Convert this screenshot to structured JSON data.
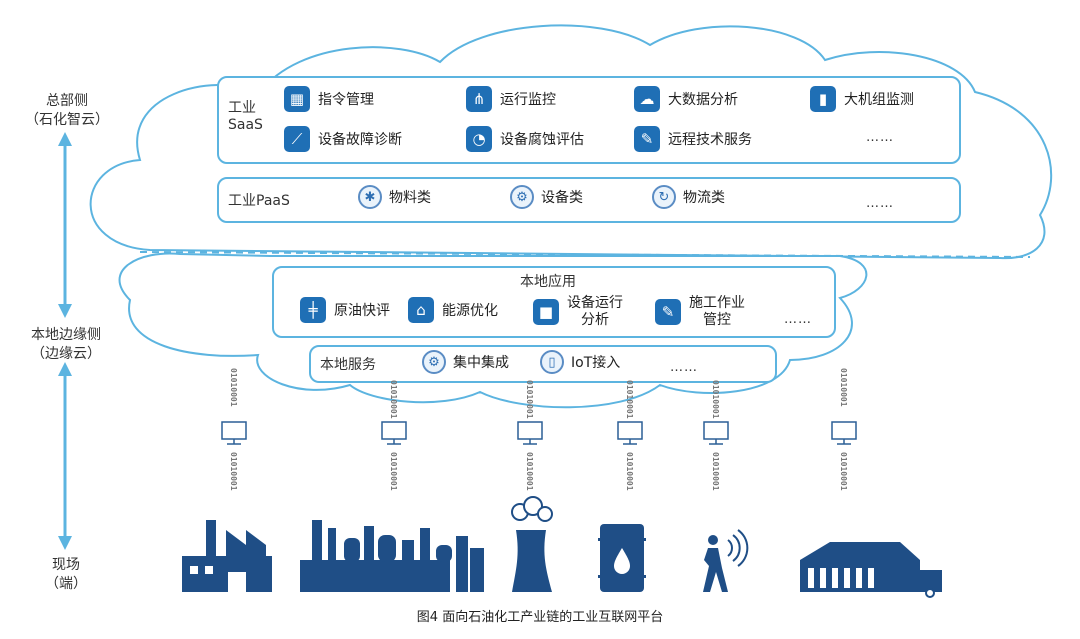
{
  "side_labels": {
    "hq": [
      "总部侧",
      "（石化智云）"
    ],
    "edge": [
      "本地边缘侧",
      "（边缘云）"
    ],
    "field": [
      "现场",
      "（端）"
    ]
  },
  "saas": {
    "label": [
      "工业",
      "SaaS"
    ],
    "items": [
      {
        "text": "指令管理",
        "icon": "map-icon"
      },
      {
        "text": "运行监控",
        "icon": "hierarchy-icon"
      },
      {
        "text": "大数据分析",
        "icon": "cloud-icon"
      },
      {
        "text": "大机组监测",
        "icon": "bar-chart-icon"
      },
      {
        "text": "设备故障诊断",
        "icon": "line-chart-icon"
      },
      {
        "text": "设备腐蚀评估",
        "icon": "pie-chart-icon"
      },
      {
        "text": "远程技术服务",
        "icon": "pin-icon"
      }
    ],
    "more": "……"
  },
  "paas": {
    "label": "工业PaaS",
    "items": [
      {
        "text": "物料类",
        "icon": "material-icon"
      },
      {
        "text": "设备类",
        "icon": "gear-icon"
      },
      {
        "text": "物流类",
        "icon": "logistics-icon"
      }
    ],
    "more": "……"
  },
  "local_app": {
    "title": "本地应用",
    "items": [
      {
        "text": "原油快评",
        "icon": "signpost-icon"
      },
      {
        "text": "能源优化",
        "icon": "bank-icon"
      },
      {
        "text": "设备运行\n分析",
        "icon": "video-icon"
      },
      {
        "text": "施工作业\n管控",
        "icon": "pencil-icon"
      }
    ],
    "more": "……"
  },
  "local_service": {
    "label": "本地服务",
    "items": [
      {
        "text": "集中集成",
        "icon": "gears-icon"
      },
      {
        "text": "IoT接入",
        "icon": "iot-icon"
      }
    ],
    "more": "……"
  },
  "binary": "01010001",
  "caption": "图4  面向石油化工产业链的工业互联网平台",
  "colors": {
    "line": "#5cb4e0",
    "icon": "#1f6fb5",
    "factory": "#1f4e86"
  }
}
